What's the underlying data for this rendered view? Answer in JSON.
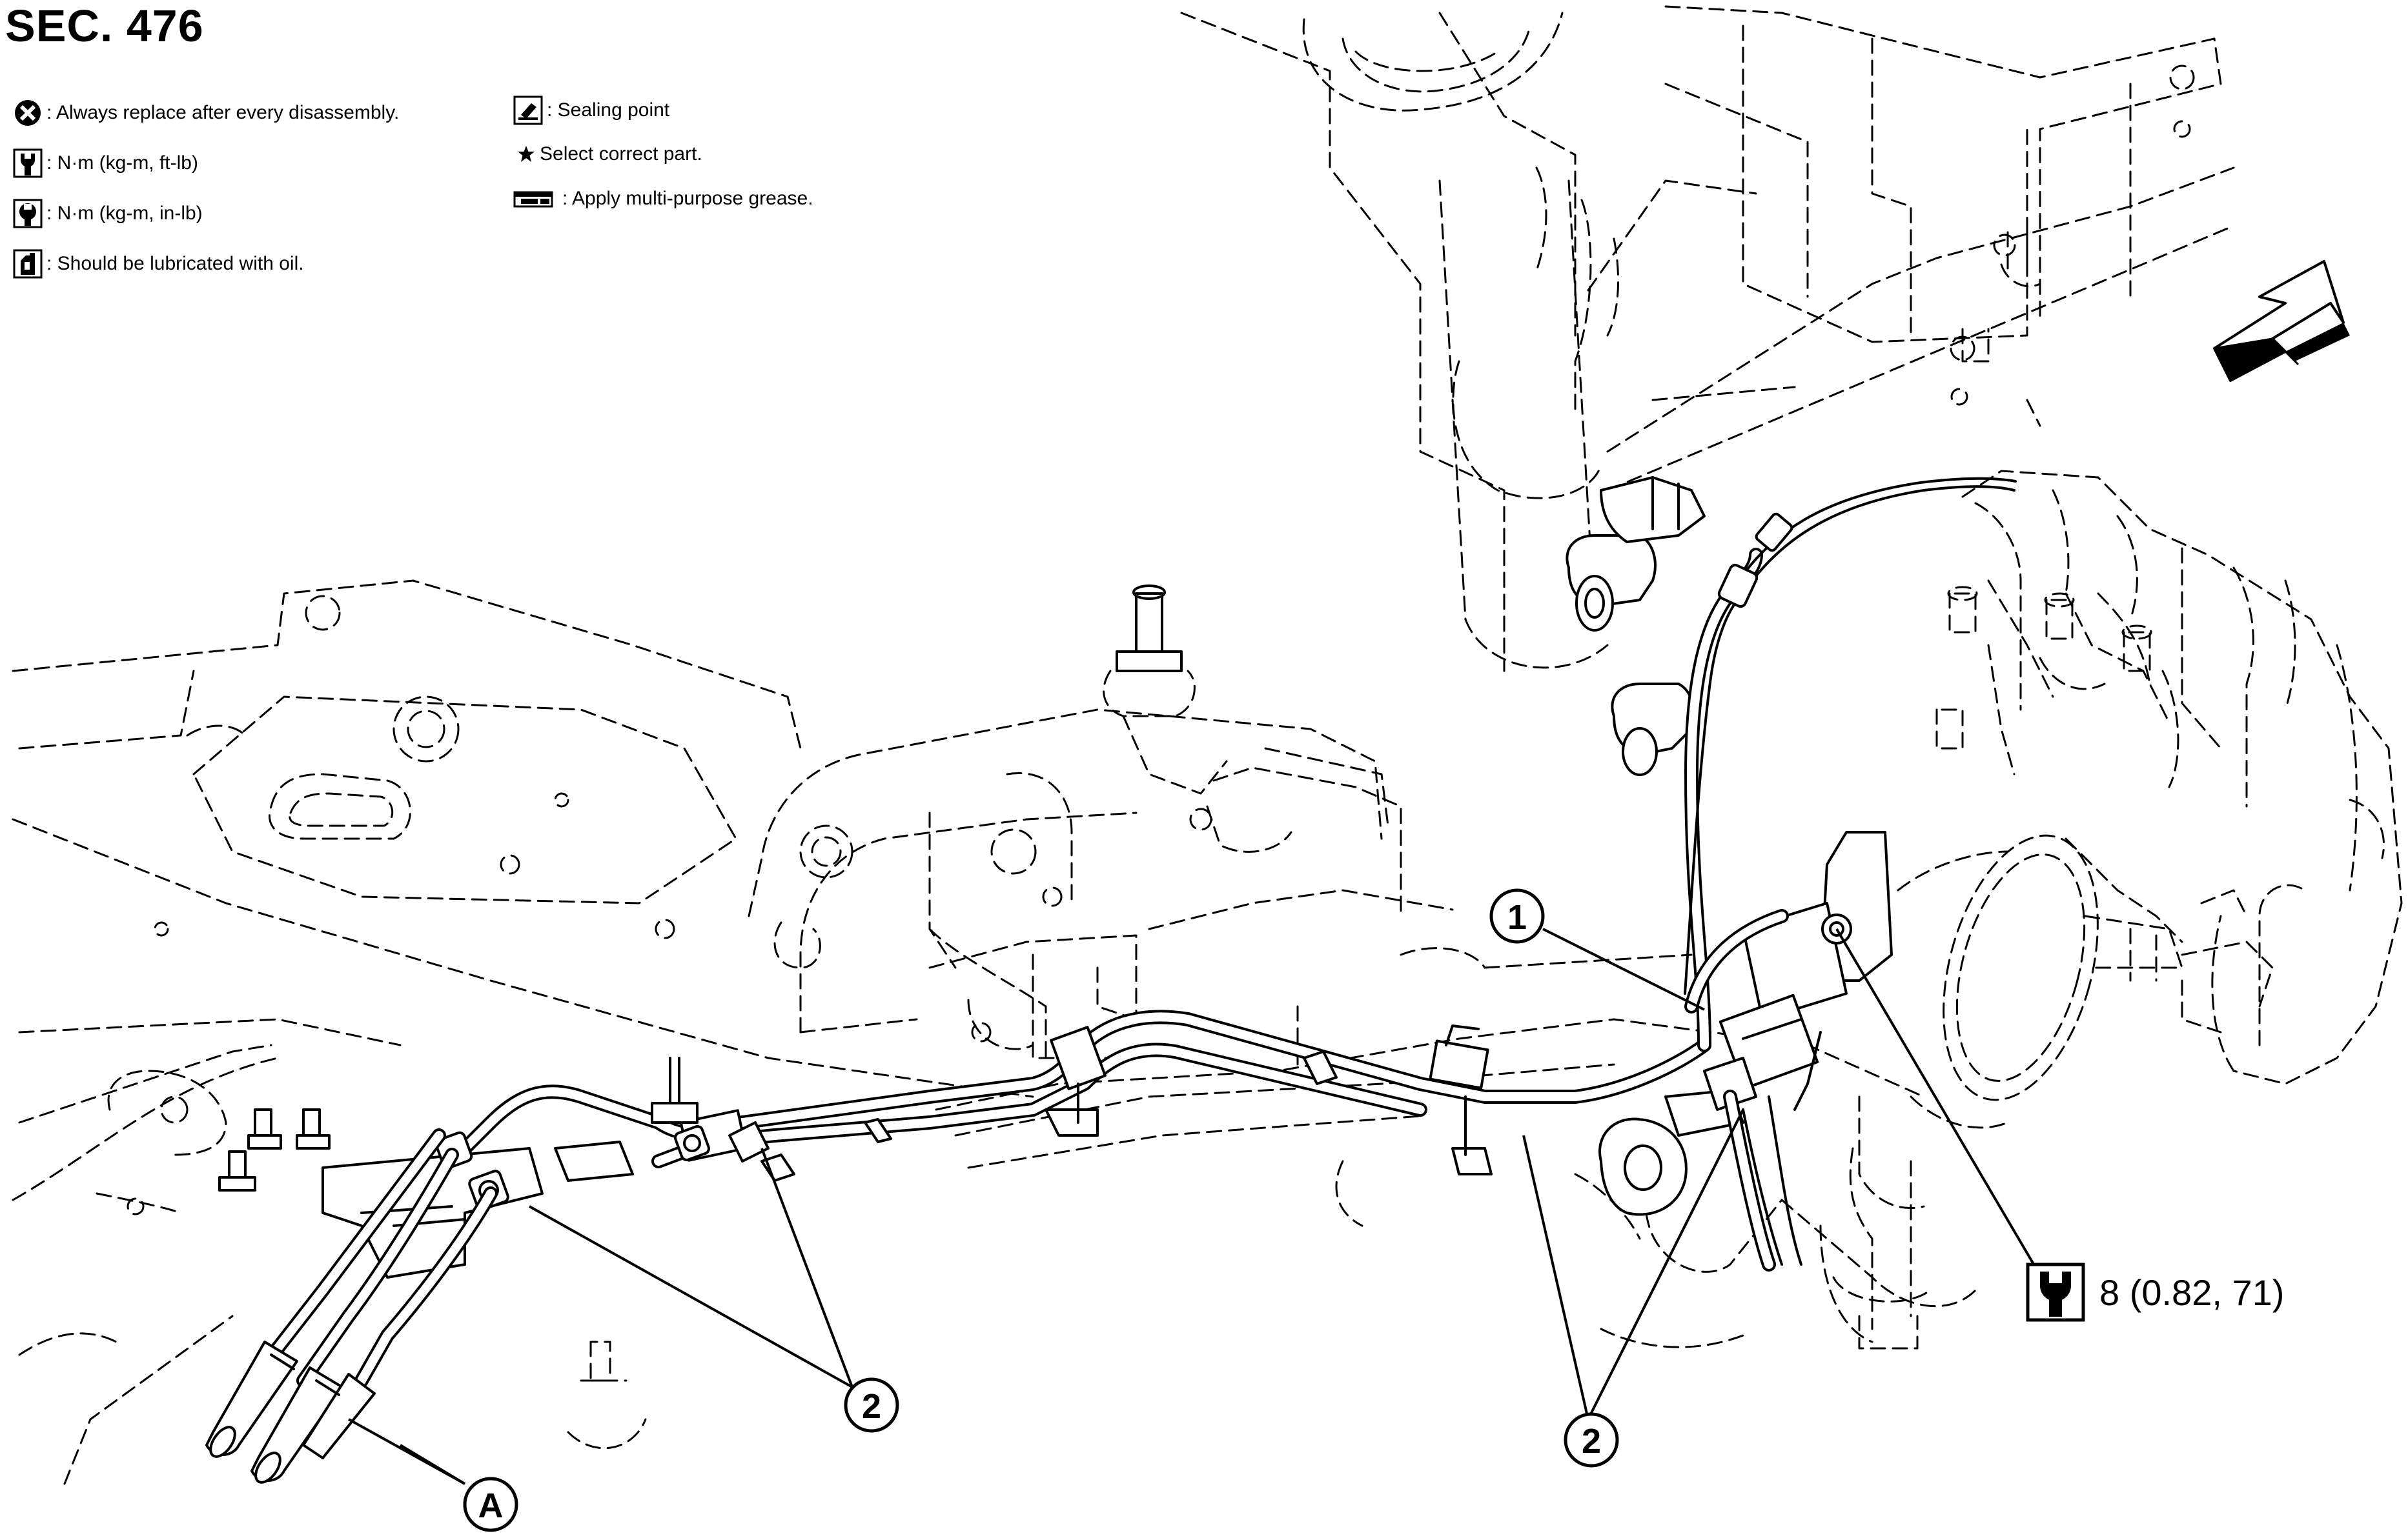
{
  "section_title": "SEC. 476",
  "legend": {
    "replace": ": Always replace after every disassembly.",
    "torque_ftlb": ": N·m (kg-m, ft-lb)",
    "torque_inlb": ": N·m (kg-m, in-lb)",
    "lubricate": ": Should be lubricated with oil.",
    "sealing": ": Sealing point",
    "select": "Select correct part.",
    "grease": ": Apply multi-purpose grease."
  },
  "callouts": {
    "c1": "1",
    "c2a": "2",
    "c2b": "2",
    "ca": "A"
  },
  "torque_spec": "8 (0.82, 71)",
  "icons": {
    "replace": "crossed-circle-icon",
    "torque_ftlb": "wrench-socket-icon",
    "torque_inlb": "wrench-socket-filled-icon",
    "lubricate": "oil-can-icon",
    "sealing": "sealant-tube-icon",
    "select": "star-icon",
    "grease": "grease-gun-icon",
    "front": "front-direction-arrow-icon"
  }
}
